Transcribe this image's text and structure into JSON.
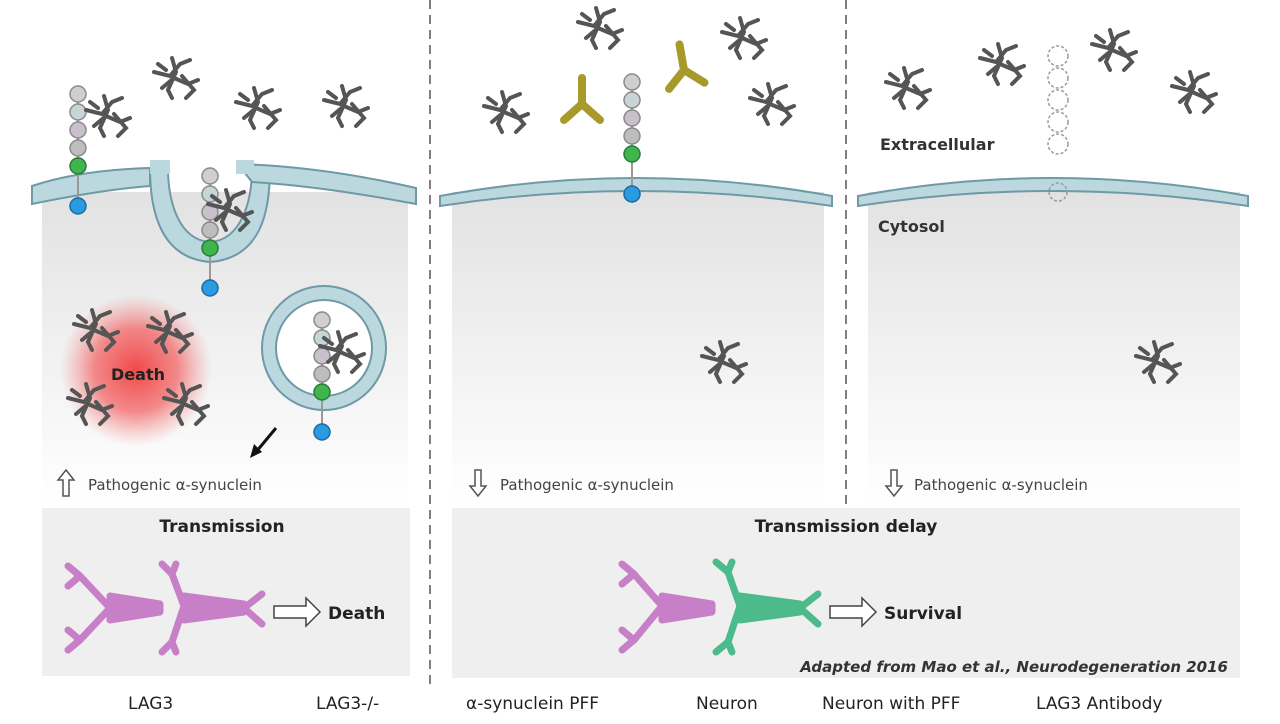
{
  "panels": {
    "left": {
      "arrow_label": "Pathogenic α-synuclein",
      "arrow_direction": "up",
      "cell_label": "Death"
    },
    "middle": {
      "arrow_label": "Pathogenic α-synuclein",
      "arrow_direction": "down"
    },
    "right": {
      "arrow_label": "Pathogenic α-synuclein",
      "arrow_direction": "down",
      "extracellular_label": "Extracellular",
      "cytosol_label": "Cytosol"
    }
  },
  "outcomes": {
    "transmission": {
      "title": "Transmission",
      "result": "Death"
    },
    "delay": {
      "title": "Transmission delay",
      "result": "Survival"
    }
  },
  "citation": "Adapted from Mao et al., Neurodegeneration 2016",
  "legend": [
    "LAG3",
    "LAG3-/-",
    "α-synuclein PFF",
    "Neuron",
    "Neuron with PFF",
    "LAG3 Antibody"
  ],
  "colors": {
    "background_panel": "#f3f3f3",
    "membrane_fill": "#bcd8df",
    "membrane_stroke": "#6f99a6",
    "fibril": "#555555",
    "antibody": "#a89a2a",
    "neuron_pff": "#c77fc7",
    "neuron_healthy": "#4cba8a",
    "death_glow": "#f04040"
  },
  "icons": [
    "up-arrow-icon",
    "down-arrow-icon",
    "hollow-right-arrow-icon",
    "black-arrow-icon"
  ]
}
